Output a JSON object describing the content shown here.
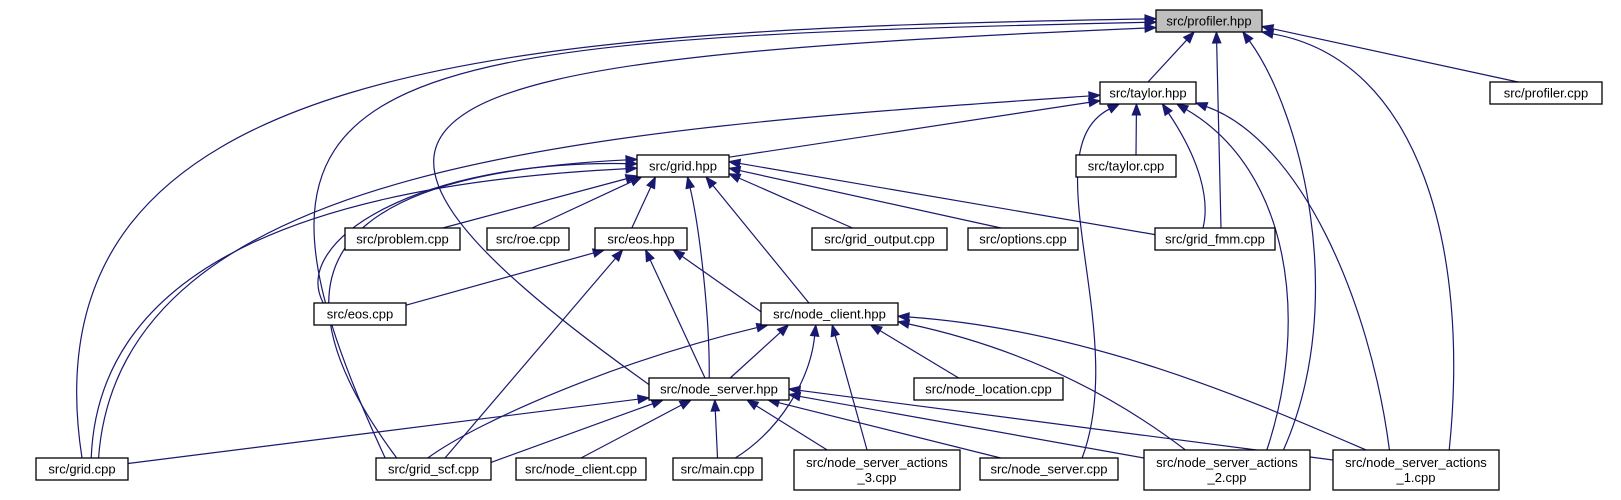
{
  "diagram": {
    "type": "include-dependency-graph",
    "colors": {
      "edge": "#191970",
      "root_fill": "#bfbfbf",
      "node_fill": "#ffffff",
      "border": "#000000"
    },
    "nodes": {
      "profiler_hpp": {
        "lines": [
          "src/profiler.hpp"
        ]
      },
      "taylor_hpp": {
        "lines": [
          "src/taylor.hpp"
        ]
      },
      "profiler_cpp": {
        "lines": [
          "src/profiler.cpp"
        ]
      },
      "taylor_cpp": {
        "lines": [
          "src/taylor.cpp"
        ]
      },
      "grid_hpp": {
        "lines": [
          "src/grid.hpp"
        ]
      },
      "problem_cpp": {
        "lines": [
          "src/problem.cpp"
        ]
      },
      "roe_cpp": {
        "lines": [
          "src/roe.cpp"
        ]
      },
      "eos_hpp": {
        "lines": [
          "src/eos.hpp"
        ]
      },
      "grid_output_cpp": {
        "lines": [
          "src/grid_output.cpp"
        ]
      },
      "options_cpp": {
        "lines": [
          "src/options.cpp"
        ]
      },
      "grid_fmm_cpp": {
        "lines": [
          "src/grid_fmm.cpp"
        ]
      },
      "eos_cpp": {
        "lines": [
          "src/eos.cpp"
        ]
      },
      "node_client_hpp": {
        "lines": [
          "src/node_client.hpp"
        ]
      },
      "node_server_hpp": {
        "lines": [
          "src/node_server.hpp"
        ]
      },
      "node_location_cpp": {
        "lines": [
          "src/node_location.cpp"
        ]
      },
      "grid_cpp": {
        "lines": [
          "src/grid.cpp"
        ]
      },
      "grid_scf_cpp": {
        "lines": [
          "src/grid_scf.cpp"
        ]
      },
      "node_client_cpp": {
        "lines": [
          "src/node_client.cpp"
        ]
      },
      "main_cpp": {
        "lines": [
          "src/main.cpp"
        ]
      },
      "nsa3_cpp": {
        "lines": [
          "src/node_server_actions",
          "_3.cpp"
        ]
      },
      "node_server_cpp": {
        "lines": [
          "src/node_server.cpp"
        ]
      },
      "nsa2_cpp": {
        "lines": [
          "src/node_server_actions",
          "_2.cpp"
        ]
      },
      "nsa1_cpp": {
        "lines": [
          "src/node_server_actions",
          "_1.cpp"
        ]
      }
    },
    "edges": [
      [
        "profiler_hpp",
        "taylor_hpp"
      ],
      [
        "profiler_hpp",
        "profiler_cpp"
      ],
      [
        "profiler_hpp",
        "grid_fmm_cpp"
      ],
      [
        "profiler_hpp",
        "nsa2_cpp"
      ],
      [
        "profiler_hpp",
        "nsa1_cpp"
      ],
      [
        "profiler_hpp",
        "grid_cpp"
      ],
      [
        "profiler_hpp",
        "grid_scf_cpp"
      ],
      [
        "profiler_hpp",
        "node_server_hpp"
      ],
      [
        "taylor_hpp",
        "taylor_cpp"
      ],
      [
        "taylor_hpp",
        "grid_hpp"
      ],
      [
        "taylor_hpp",
        "grid_fmm_cpp"
      ],
      [
        "taylor_hpp",
        "grid_cpp"
      ],
      [
        "taylor_hpp",
        "node_server_cpp"
      ],
      [
        "taylor_hpp",
        "nsa2_cpp"
      ],
      [
        "taylor_hpp",
        "nsa1_cpp"
      ],
      [
        "grid_hpp",
        "problem_cpp"
      ],
      [
        "grid_hpp",
        "roe_cpp"
      ],
      [
        "grid_hpp",
        "eos_hpp"
      ],
      [
        "grid_hpp",
        "grid_output_cpp"
      ],
      [
        "grid_hpp",
        "options_cpp"
      ],
      [
        "grid_hpp",
        "grid_fmm_cpp"
      ],
      [
        "grid_hpp",
        "node_client_hpp"
      ],
      [
        "grid_hpp",
        "node_server_hpp"
      ],
      [
        "grid_hpp",
        "eos_cpp"
      ],
      [
        "grid_hpp",
        "grid_cpp"
      ],
      [
        "grid_hpp",
        "grid_scf_cpp"
      ],
      [
        "eos_hpp",
        "eos_cpp"
      ],
      [
        "eos_hpp",
        "node_client_hpp"
      ],
      [
        "eos_hpp",
        "node_server_hpp"
      ],
      [
        "eos_hpp",
        "grid_scf_cpp"
      ],
      [
        "node_client_hpp",
        "node_server_hpp"
      ],
      [
        "node_client_hpp",
        "node_location_cpp"
      ],
      [
        "node_client_hpp",
        "grid_scf_cpp"
      ],
      [
        "node_client_hpp",
        "main_cpp"
      ],
      [
        "node_client_hpp",
        "nsa3_cpp"
      ],
      [
        "node_client_hpp",
        "nsa2_cpp"
      ],
      [
        "node_client_hpp",
        "nsa1_cpp"
      ],
      [
        "node_server_hpp",
        "grid_cpp"
      ],
      [
        "node_server_hpp",
        "grid_scf_cpp"
      ],
      [
        "node_server_hpp",
        "node_client_cpp"
      ],
      [
        "node_server_hpp",
        "main_cpp"
      ],
      [
        "node_server_hpp",
        "nsa3_cpp"
      ],
      [
        "node_server_hpp",
        "node_server_cpp"
      ],
      [
        "node_server_hpp",
        "nsa2_cpp"
      ],
      [
        "node_server_hpp",
        "nsa1_cpp"
      ]
    ]
  }
}
